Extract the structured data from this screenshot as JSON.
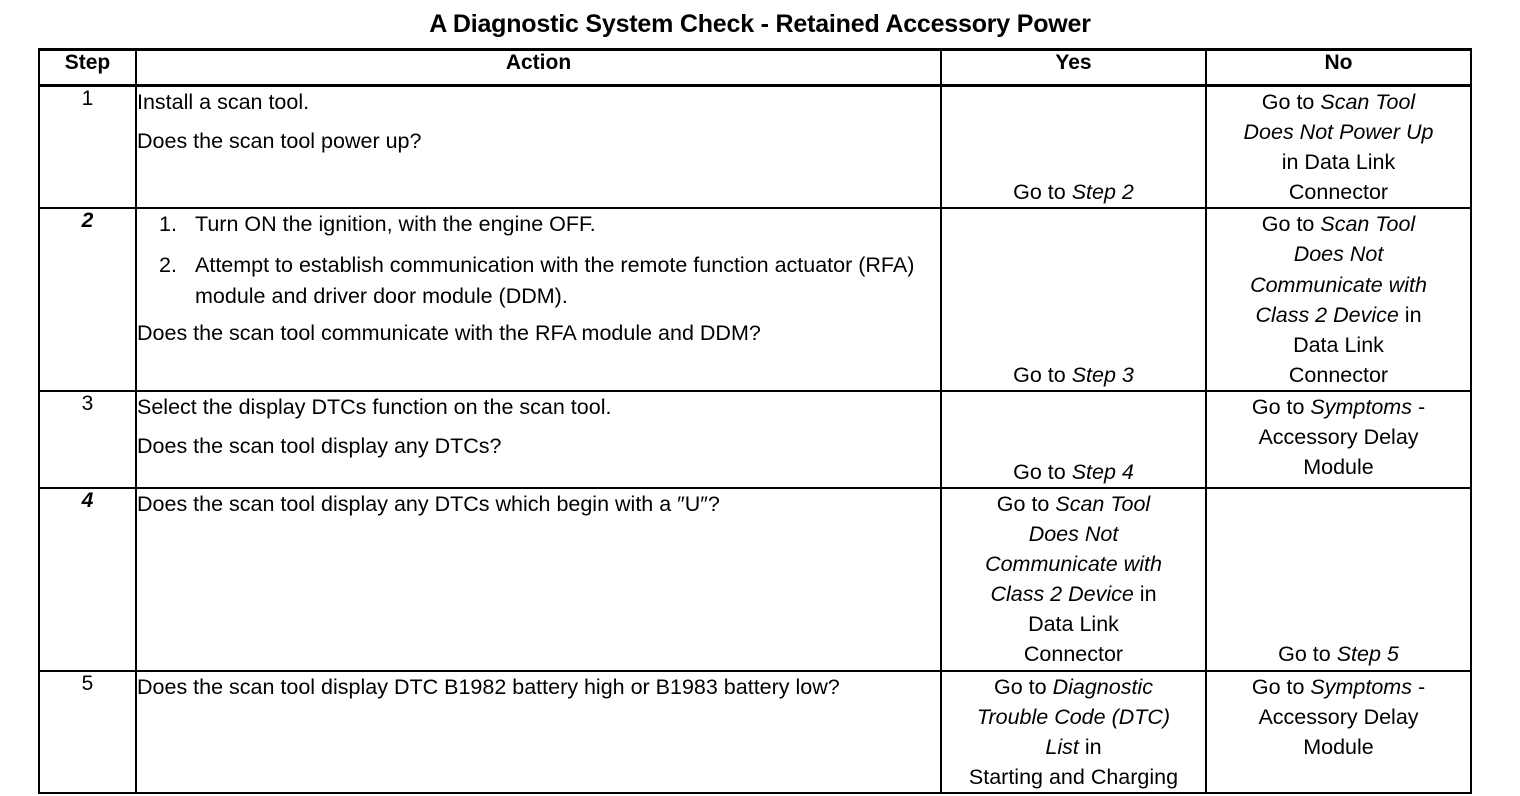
{
  "document": {
    "title": "A Diagnostic System Check - Retained Accessory Power"
  },
  "table": {
    "headers": {
      "step": "Step",
      "action": "Action",
      "yes": "Yes",
      "no": "No"
    },
    "rows": [
      {
        "step": "1",
        "step_italic": false,
        "action": {
          "paragraphs": [
            "Install a scan tool.",
            "Does the scan tool power up?"
          ],
          "list": []
        },
        "yes": {
          "align": "bottom",
          "lines": [
            {
              "plain_before": "Go to ",
              "italic": "Step 2",
              "plain_after": ""
            }
          ]
        },
        "no": {
          "align": "top",
          "lines": [
            {
              "plain_before": "Go to ",
              "italic": "Scan Tool",
              "plain_after": ""
            },
            {
              "plain_before": "",
              "italic": "Does Not Power Up",
              "plain_after": ""
            },
            {
              "plain_before": "in Data Link",
              "italic": "",
              "plain_after": ""
            },
            {
              "plain_before": "Connector",
              "italic": "",
              "plain_after": ""
            }
          ]
        }
      },
      {
        "step": "2",
        "step_italic": true,
        "action": {
          "paragraphs": [
            "Does the scan tool communicate with the RFA module and DDM?"
          ],
          "list": [
            {
              "marker": "1.",
              "text": "Turn ON the ignition, with the engine OFF."
            },
            {
              "marker": "2.",
              "text": "Attempt to establish communication with the remote function actuator (RFA) module and driver door module (DDM)."
            }
          ]
        },
        "yes": {
          "align": "bottom",
          "lines": [
            {
              "plain_before": "Go to ",
              "italic": "Step 3",
              "plain_after": ""
            }
          ]
        },
        "no": {
          "align": "top",
          "lines": [
            {
              "plain_before": "Go to ",
              "italic": "Scan Tool",
              "plain_after": ""
            },
            {
              "plain_before": "",
              "italic": "Does Not",
              "plain_after": ""
            },
            {
              "plain_before": "",
              "italic": "Communicate with",
              "plain_after": ""
            },
            {
              "plain_before": "",
              "italic": "Class 2 Device",
              "plain_after": " in"
            },
            {
              "plain_before": "Data Link",
              "italic": "",
              "plain_after": ""
            },
            {
              "plain_before": "Connector",
              "italic": "",
              "plain_after": ""
            }
          ]
        }
      },
      {
        "step": "3",
        "step_italic": false,
        "action": {
          "paragraphs": [
            "Select the display DTCs function on the scan tool.",
            "Does the scan tool display any DTCs?"
          ],
          "list": []
        },
        "yes": {
          "align": "bottom",
          "lines": [
            {
              "plain_before": "Go to ",
              "italic": "Step 4",
              "plain_after": ""
            }
          ]
        },
        "no": {
          "align": "top",
          "lines": [
            {
              "plain_before": "Go to ",
              "italic": "Symptoms",
              "plain_after": " -"
            },
            {
              "plain_before": "Accessory  Delay",
              "italic": "",
              "plain_after": ""
            },
            {
              "plain_before": "Module",
              "italic": "",
              "plain_after": ""
            }
          ]
        }
      },
      {
        "step": "4",
        "step_italic": true,
        "action": {
          "paragraphs": [
            "Does the scan tool display any DTCs which begin with a ″U″?"
          ],
          "list": []
        },
        "yes": {
          "align": "top",
          "lines": [
            {
              "plain_before": "Go to ",
              "italic": "Scan Tool",
              "plain_after": ""
            },
            {
              "plain_before": "",
              "italic": "Does Not",
              "plain_after": ""
            },
            {
              "plain_before": "",
              "italic": "Communicate with",
              "plain_after": ""
            },
            {
              "plain_before": "",
              "italic": "Class 2 Device",
              "plain_after": " in"
            },
            {
              "plain_before": "Data Link",
              "italic": "",
              "plain_after": ""
            },
            {
              "plain_before": "Connector",
              "italic": "",
              "plain_after": ""
            }
          ]
        },
        "no": {
          "align": "bottom",
          "lines": [
            {
              "plain_before": "Go to ",
              "italic": "Step 5",
              "plain_after": ""
            }
          ]
        }
      },
      {
        "step": "5",
        "step_italic": false,
        "action": {
          "paragraphs": [
            "Does the scan tool display DTC B1982 battery high or B1983 battery low?"
          ],
          "list": []
        },
        "yes": {
          "align": "top",
          "lines": [
            {
              "plain_before": "Go to ",
              "italic": "Diagnostic",
              "plain_after": ""
            },
            {
              "plain_before": "",
              "italic": "Trouble Code (DTC)",
              "plain_after": ""
            },
            {
              "plain_before": "",
              "italic": "List",
              "plain_after": " in"
            },
            {
              "plain_before": "Starting and Charging",
              "italic": "",
              "plain_after": ""
            }
          ]
        },
        "no": {
          "align": "top",
          "lines": [
            {
              "plain_before": "Go to ",
              "italic": "Symptoms",
              "plain_after": " -"
            },
            {
              "plain_before": "Accessory  Delay",
              "italic": "",
              "plain_after": ""
            },
            {
              "plain_before": "Module",
              "italic": "",
              "plain_after": ""
            }
          ]
        }
      }
    ]
  }
}
